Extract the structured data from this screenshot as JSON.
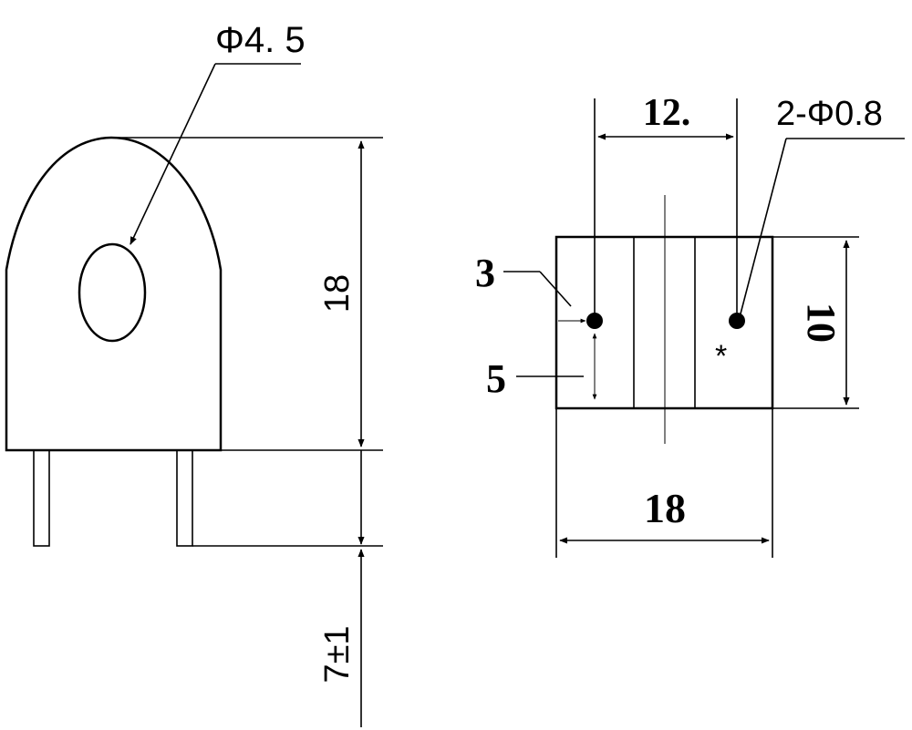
{
  "diagram": {
    "side_view": {
      "hole_diameter": "Φ4. 5",
      "height": "18",
      "pin_length": "7±1"
    },
    "bottom_view": {
      "pin_spacing": "12.",
      "pin_spec": "2-Φ0.8",
      "pin_offset_x": "3",
      "pin_offset_y": "5",
      "depth": "10",
      "width": "18",
      "polarity_mark": "*"
    },
    "colors": {
      "line": "#000000",
      "background": "#ffffff"
    }
  }
}
